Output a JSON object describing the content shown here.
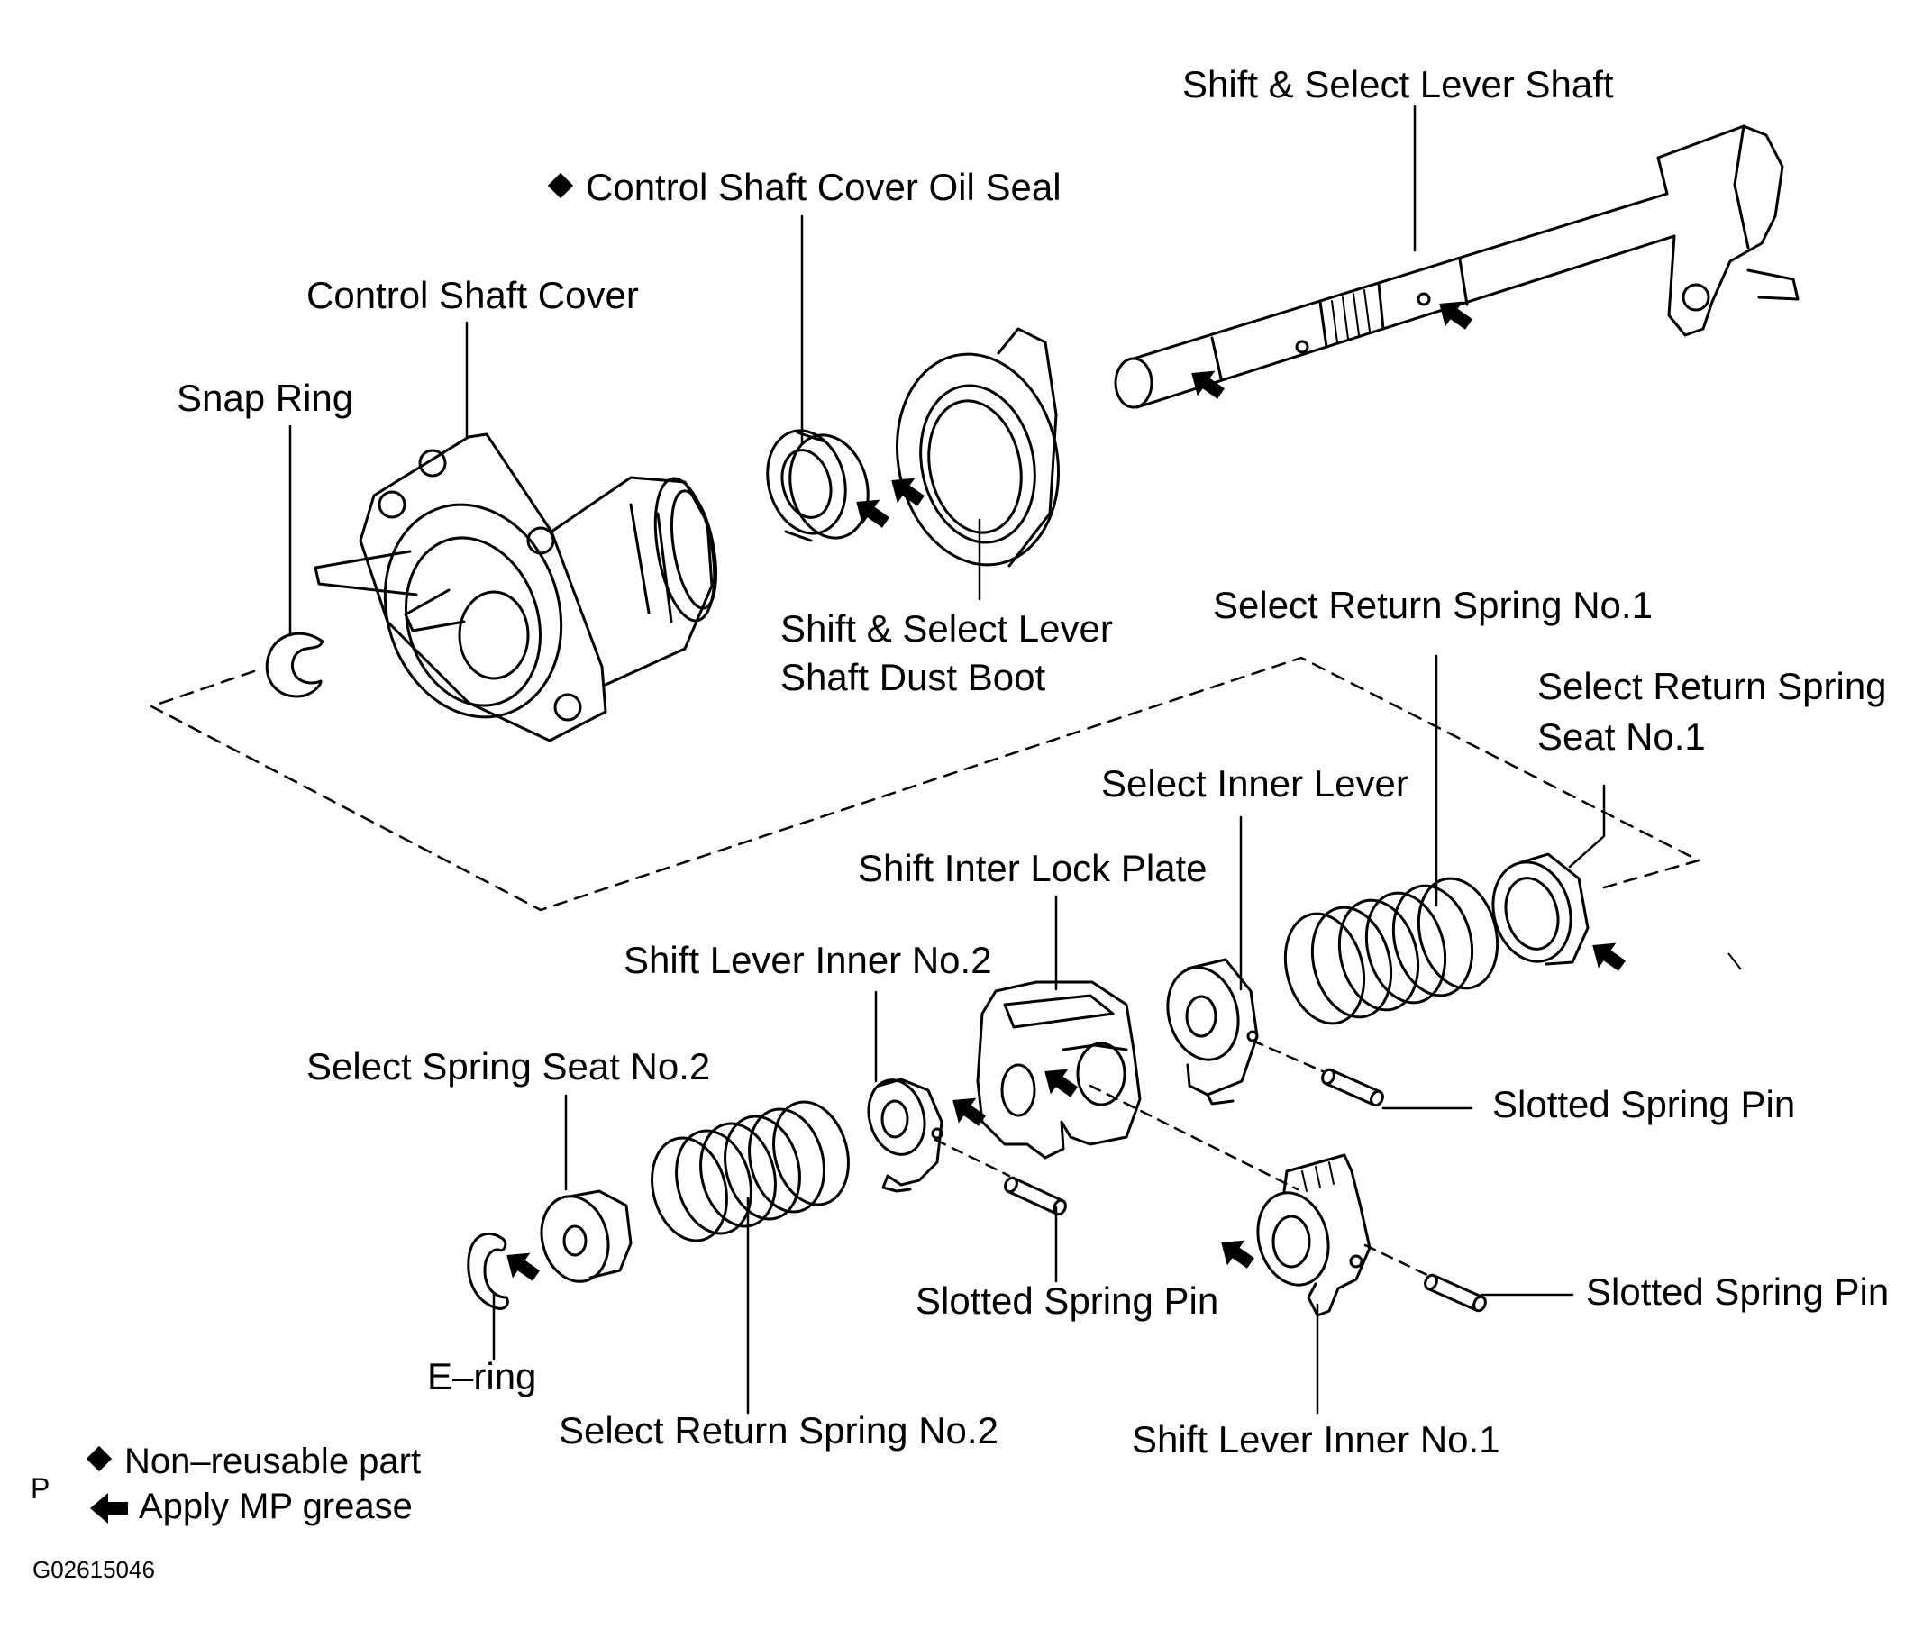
{
  "labels": {
    "shift_select_lever_shaft": "Shift & Select Lever Shaft",
    "control_shaft_cover_oil_seal": "Control Shaft Cover Oil Seal",
    "control_shaft_cover": "Control Shaft Cover",
    "snap_ring": "Snap Ring",
    "dust_boot_line1": "Shift & Select Lever",
    "dust_boot_line2": "Shaft Dust Boot",
    "select_return_spring_no1": "Select Return Spring No.1",
    "select_return_spring_seat_no1_line1": "Select Return Spring",
    "select_return_spring_seat_no1_line2": "Seat No.1",
    "select_inner_lever": "Select Inner Lever",
    "shift_inter_lock_plate": "Shift Inter Lock Plate",
    "shift_lever_inner_no2": "Shift Lever Inner No.2",
    "select_spring_seat_no2": "Select Spring Seat No.2",
    "slotted_spring_pin_upper": "Slotted Spring Pin",
    "slotted_spring_pin_middle": "Slotted Spring Pin",
    "slotted_spring_pin_right": "Slotted Spring Pin",
    "e_ring": "E–ring",
    "select_return_spring_no2": "Select Return Spring No.2",
    "shift_lever_inner_no1": "Shift Lever Inner No.1"
  },
  "legend": {
    "non_reusable": "Non–reusable part",
    "apply_grease": "Apply MP grease",
    "corner_mark": "P"
  },
  "figure_code": "G02615046",
  "colors": {
    "ink": "#000000",
    "paper": "#ffffff"
  }
}
